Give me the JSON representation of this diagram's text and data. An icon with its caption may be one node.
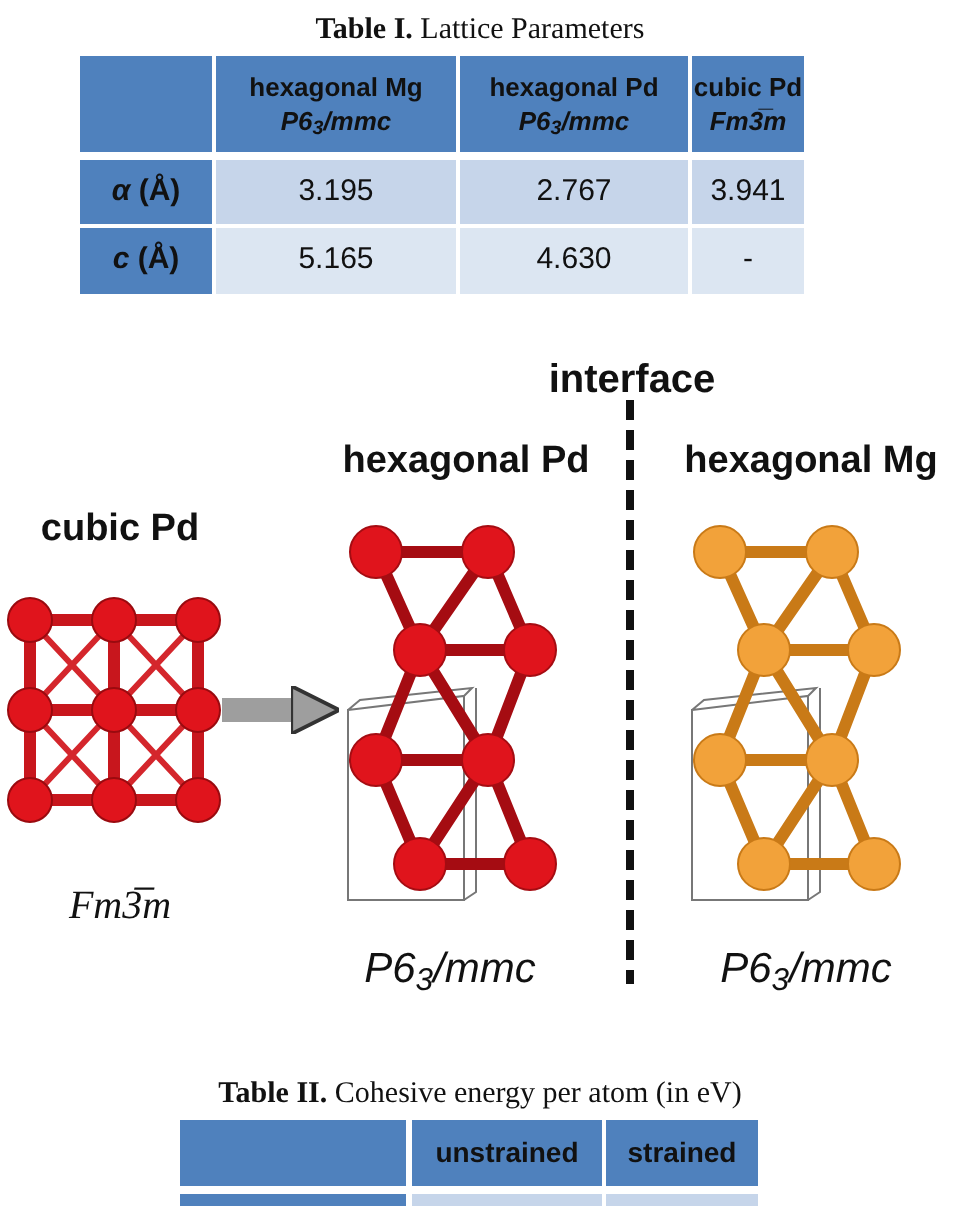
{
  "diagram": {
    "nodes": [
      {
        "text": [],
        "shape": "picture",
        "beside": [
          "cubic Pd",
          "Fm3̅m"
        ]
      },
      {
        "text": [],
        "shape": "picture",
        "beside": [
          "hexagonal Pd",
          "P6$_{3}$/mmc"
        ]
      },
      {
        "text": [],
        "shape": "picture",
        "beside": [
          "hexagonal Mg",
          "P6$_{3}$/mmc"
        ]
      }
    ],
    "edges": [
      {
        "from": 0,
        "to": 1,
        "arrow": "to",
        "color": "#9e9e9e"
      }
    ],
    "labels": [
      "**Table I.** Lattice Parameters",
      "hexagonal Mg *P6$_{3}$/mmc*",
      "hexagonal Pd *P6$_{3}$/mmc*",
      "cubic Pd *Fm3̅m*",
      "*α* (Å)",
      "3.195",
      "2.767",
      "3.941",
      "*c* (Å)",
      "5.165",
      "4.630",
      "-",
      "interface",
      "**Table II.** Cohesive energy per atom (in eV)",
      "unstrained",
      "strained"
    ]
  }
}
